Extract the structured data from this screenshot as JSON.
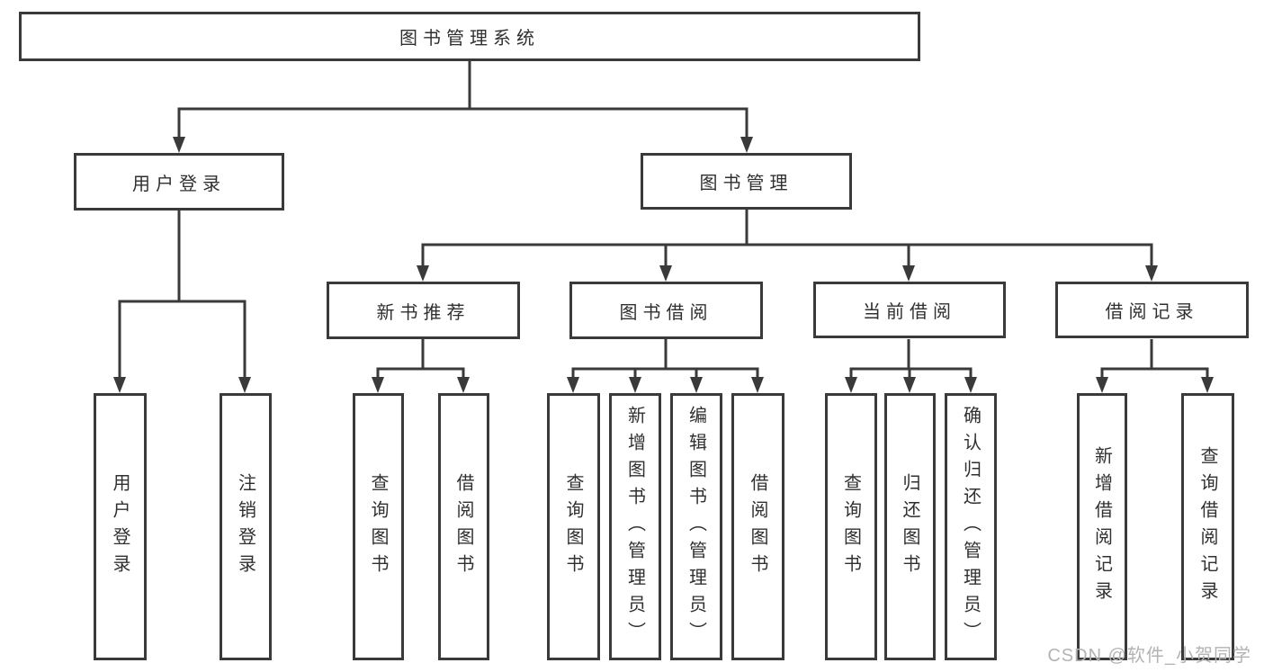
{
  "root": {
    "label": "图书管理系统"
  },
  "userLogin": {
    "label": "用户登录",
    "leaves": [
      "用户登录",
      "注销登录"
    ]
  },
  "bookMgmt": {
    "label": "图书管理"
  },
  "sections": [
    {
      "label": "新书推荐",
      "leaves": [
        "查询图书",
        "借阅图书"
      ]
    },
    {
      "label": "图书借阅",
      "leaves": [
        "查询图书",
        "新增图书（管理员）",
        "编辑图书（管理员）",
        "借阅图书"
      ]
    },
    {
      "label": "当前借阅",
      "leaves": [
        "查询图书",
        "归还图书",
        "确认归还（管理员）"
      ]
    },
    {
      "label": "借阅记录",
      "leaves": [
        "新增借阅记录",
        "查询借阅记录"
      ]
    }
  ],
  "watermark": "CSDN @软件_小贺同学",
  "colors": {
    "line": "#3a3a3a",
    "text": "#303030",
    "watermark": "#b3b3b3",
    "background": "#ffffff"
  }
}
